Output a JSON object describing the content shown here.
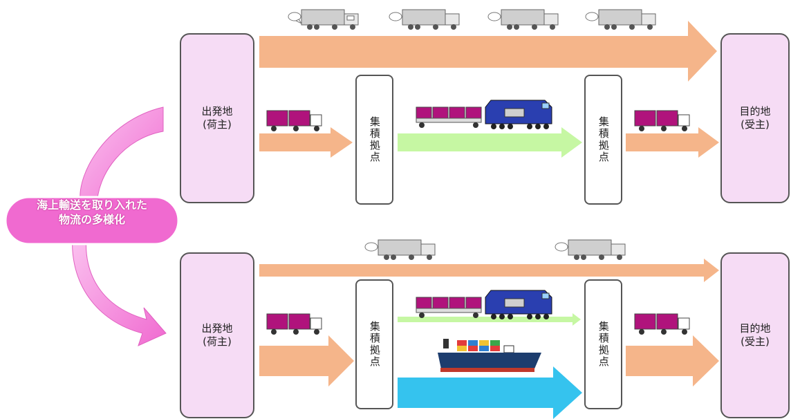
{
  "colors": {
    "road_arrow": "#f5b58a",
    "rail_arrow": "#c6f7a3",
    "sea_arrow": "#35c3ee",
    "endpoint_fill": "#f6dcf5",
    "callout": "#f06ad0",
    "container": "#b0137c",
    "locomotive": "#2a3fb0"
  },
  "callout": {
    "text": "海上輸送を取り入れた\n物流の多様化"
  },
  "top_panel": {
    "origin_label": "出発地\n(荷主)",
    "hub_left_label": "集積拠点",
    "hub_right_label": "集積拠点",
    "destination_label": "目的地\n(受主)",
    "modes": [
      "long-haul-truck-icon",
      "container-truck-icon",
      "freight-train-icon"
    ]
  },
  "bottom_panel": {
    "origin_label": "出発地\n(荷主)",
    "hub_left_label": "集積拠点",
    "hub_right_label": "集積拠点",
    "destination_label": "目的地\n(受主)",
    "modes": [
      "long-haul-truck-icon",
      "container-truck-icon",
      "freight-train-icon",
      "container-ship-icon"
    ]
  }
}
